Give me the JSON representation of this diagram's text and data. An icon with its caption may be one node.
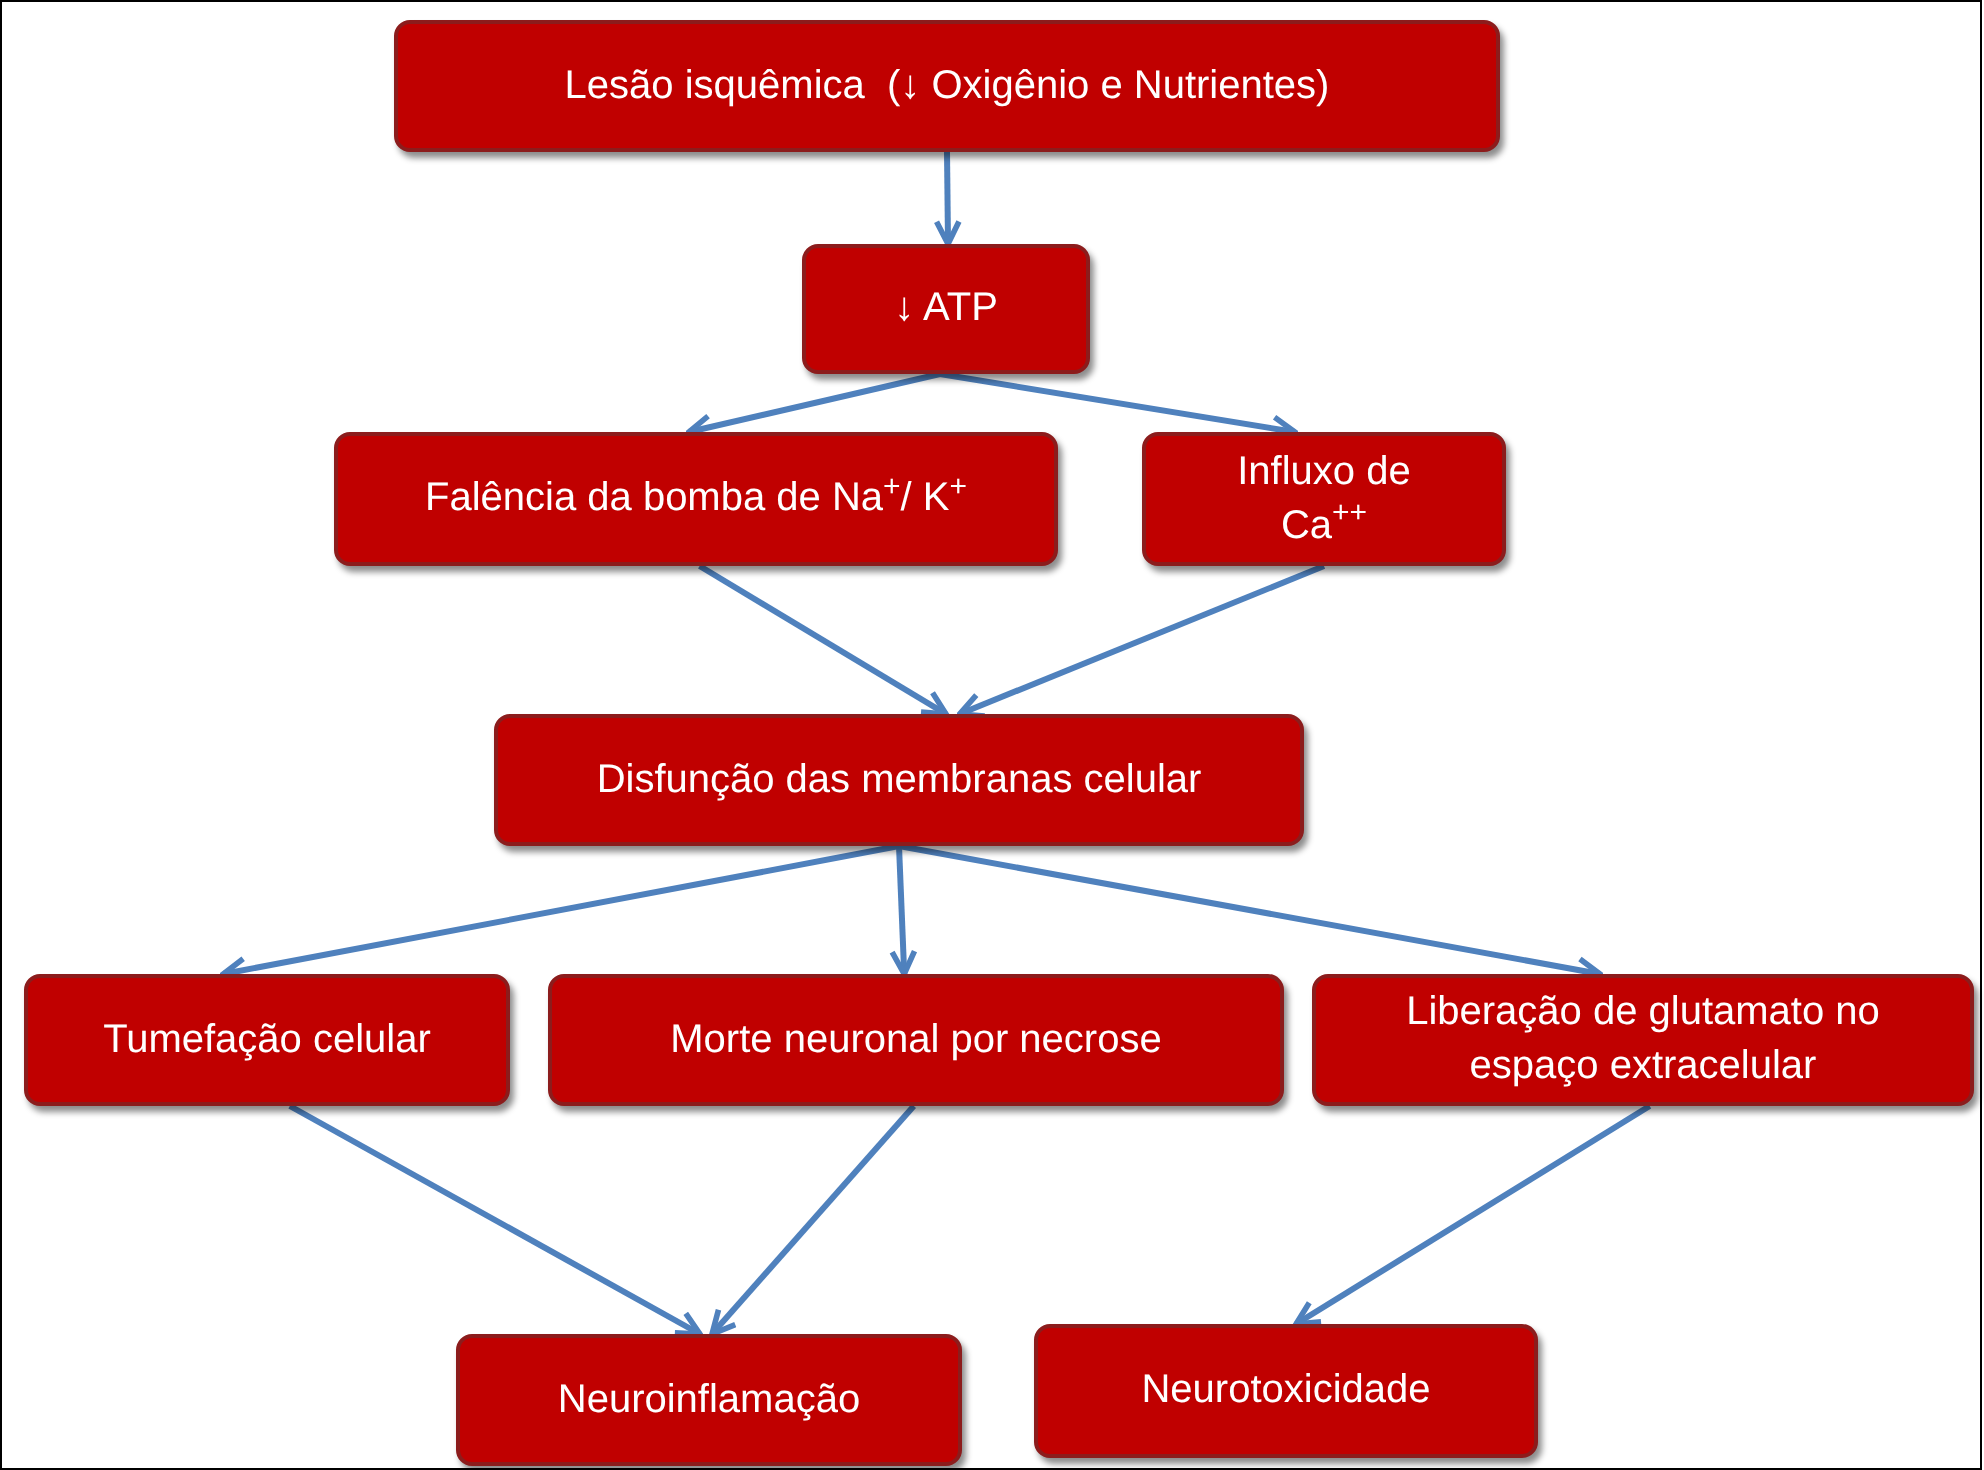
{
  "diagram": {
    "nodes": [
      {
        "text": [
          "Lesão isquêmica  (↓ Oxigênio e Nutrientes)"
        ]
      },
      {
        "text": [
          "↓ ATP"
        ]
      },
      {
        "text": [
          "Falência da bomba de Na$^{+}$/ K$^{+}$"
        ]
      },
      {
        "text": [
          "Influxo de Ca$^{++}$"
        ]
      },
      {
        "text": [
          "Disfunção das membranas celular"
        ]
      },
      {
        "text": [
          "Tumefação celular"
        ]
      },
      {
        "text": [
          "Morte neuronal por necrose"
        ]
      },
      {
        "text": [
          "Liberação de glutamato no espaço extracelular"
        ]
      },
      {
        "text": [
          "Neuroinflamação"
        ]
      },
      {
        "text": [
          "Neurotoxicidade"
        ]
      }
    ],
    "edges": [
      {
        "from": 0,
        "to": 1,
        "arrow": "to"
      },
      {
        "from": 1,
        "to": 2,
        "arrow": "to"
      },
      {
        "from": 1,
        "to": 3,
        "arrow": "to"
      },
      {
        "from": 2,
        "to": 4,
        "arrow": "to"
      },
      {
        "from": 3,
        "to": 4,
        "arrow": "to"
      },
      {
        "from": 4,
        "to": 5,
        "arrow": "to"
      },
      {
        "from": 4,
        "to": 6,
        "arrow": "to"
      },
      {
        "from": 4,
        "to": 7,
        "arrow": "to"
      },
      {
        "from": 5,
        "to": 8,
        "arrow": "to"
      },
      {
        "from": 6,
        "to": 8,
        "arrow": "to"
      },
      {
        "from": 7,
        "to": 9,
        "arrow": "to"
      }
    ]
  }
}
